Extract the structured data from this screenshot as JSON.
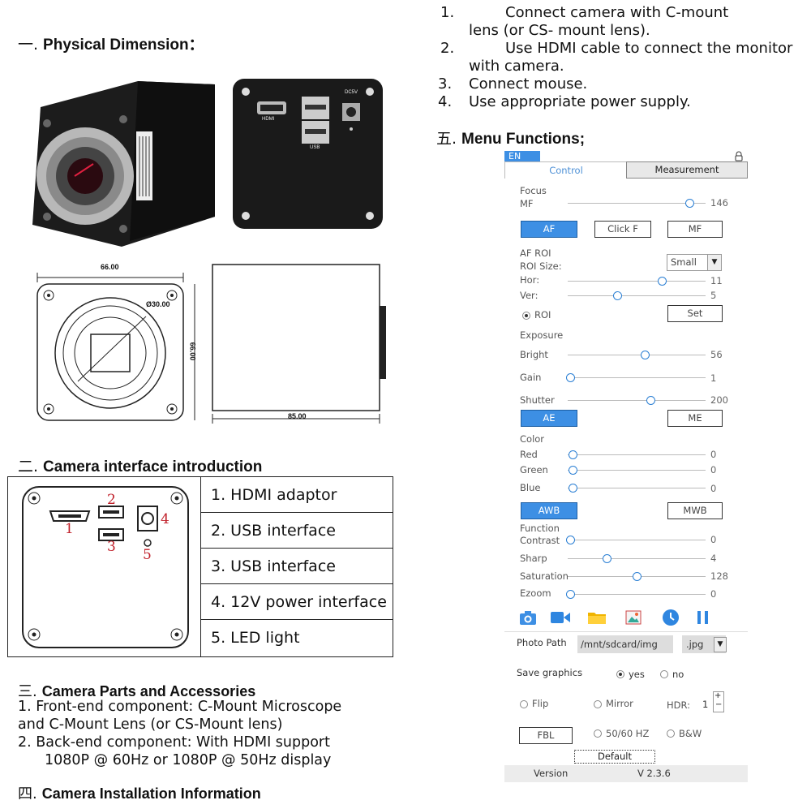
{
  "left": {
    "section1": {
      "num": "一.",
      "title": "Physical Dimension："
    },
    "dims": {
      "width1": "66.00",
      "height": "66.00",
      "diameter": "Ø30.00",
      "length": "85.00"
    },
    "back_labels": {
      "hdmi": "HDMI",
      "usb": "USB",
      "dc": "DC5V"
    },
    "section2": {
      "num": "二.",
      "title": "Camera interface introduction"
    },
    "iface_numbers": [
      "1",
      "2",
      "3",
      "4",
      "5"
    ],
    "iface_rows": [
      "1.  HDMI adaptor",
      "2.  USB    interface",
      "3. USB    interface",
      "4. 12V power interface",
      "5.  LED light"
    ],
    "section3": {
      "num": "三.",
      "title": "Camera Parts and Accessories"
    },
    "parts": [
      "1.   Front-end component: C-Mount Microscope",
      "and C-Mount Lens (or CS-Mount lens)",
      "2.   Back-end component: With HDMI support",
      "1080P @ 60Hz or 1080P @ 50Hz display"
    ],
    "section4": {
      "num": "四.",
      "title": "Camera Installation Information"
    }
  },
  "right": {
    "install": [
      {
        "num": "1.",
        "text": "Connect camera with C-mount",
        "cont": "lens (or CS- mount lens)."
      },
      {
        "num": "2.",
        "text": "Use HDMI cable to connect the monitor",
        "cont": "with camera."
      },
      {
        "num": "3.",
        "text": "Connect mouse."
      },
      {
        "num": "4.",
        "text": "Use appropriate power supply."
      }
    ],
    "section5": {
      "num": "五.",
      "title": "Menu Functions;"
    }
  },
  "menu": {
    "lang": "EN",
    "tabs": [
      "Control",
      "Measurement"
    ],
    "focus": {
      "title": "Focus",
      "mf_label": "MF",
      "mf_value": "146",
      "mf_level": 0.88
    },
    "focus_buttons": [
      "AF",
      "Click F",
      "MF"
    ],
    "afroi": {
      "title": "AF ROI",
      "size_label": "ROI Size:",
      "size_value": "Small",
      "hor_label": "Hor:",
      "hor_value": "11",
      "hor_level": 0.68,
      "ver_label": "Ver:",
      "ver_value": "5",
      "ver_level": 0.36,
      "roi_label": "ROI",
      "set_label": "Set"
    },
    "exposure": {
      "title": "Exposure",
      "bright_label": "Bright",
      "bright_value": "56",
      "bright_level": 0.56,
      "gain_label": "Gain",
      "gain_value": "1",
      "gain_level": 0.02,
      "shutter_label": "Shutter",
      "shutter_value": "200",
      "shutter_level": 0.6,
      "ae_label": "AE",
      "me_label": "ME"
    },
    "color": {
      "title": "Color",
      "red_label": "Red",
      "red_value": "0",
      "green_label": "Green",
      "green_value": "0",
      "blue_label": "Blue",
      "blue_value": "0",
      "awb_label": "AWB",
      "mwb_label": "MWB"
    },
    "function": {
      "title": "Function",
      "contrast_label": "Contrast",
      "contrast_value": "0",
      "contrast_level": 0.02,
      "sharp_label": "Sharp",
      "sharp_value": "4",
      "sharp_level": 0.28,
      "saturation_label": "Saturation",
      "saturation_value": "128",
      "saturation_level": 0.5,
      "ezoom_label": "Ezoom",
      "ezoom_value": "0",
      "ezoom_level": 0.02
    },
    "photo_path_label": "Photo Path",
    "photo_path_value": "/mnt/sdcard/img",
    "photo_ext": ".jpg",
    "save_graphics_label": "Save graphics",
    "save_yes": "yes",
    "save_no": "no",
    "flip_label": "Flip",
    "mirror_label": "Mirror",
    "hdr_label": "HDR:",
    "hdr_value": "1",
    "fbl_label": "FBL",
    "freq_label": "50/60 HZ",
    "bw_label": "B&W",
    "default_label": "Default",
    "version_label": "Version",
    "version_value": "V 2.3.6",
    "accent": "#3d8fe4"
  }
}
